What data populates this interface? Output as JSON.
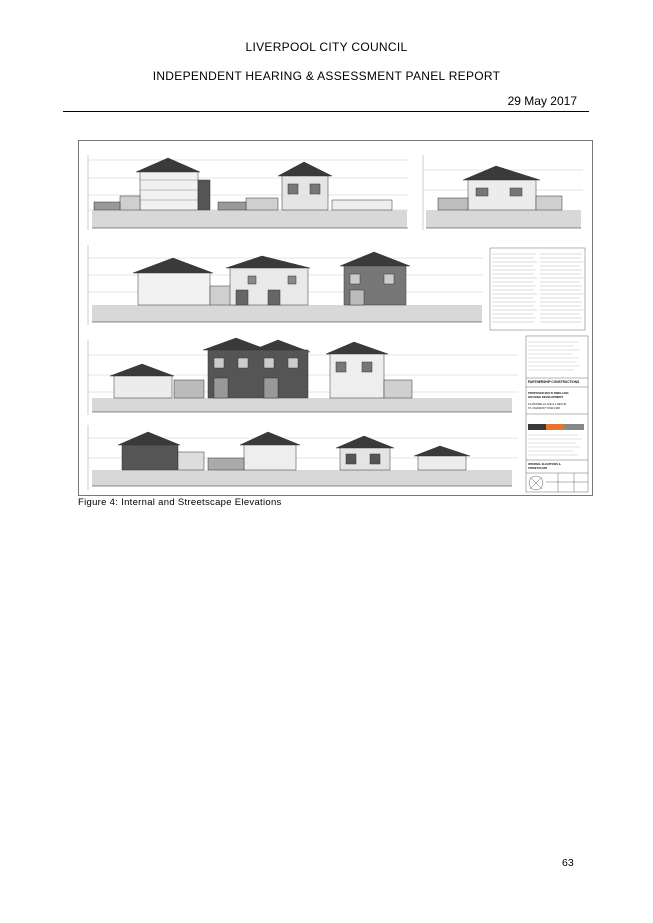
{
  "header": {
    "council": "LIVERPOOL CITY COUNCIL",
    "report_title": "INDEPENDENT HEARING & ASSESSMENT PANEL REPORT",
    "date": "29 May 2017"
  },
  "figure": {
    "caption": "Figure 4: Internal and Streetscape Elevations",
    "title_block": {
      "company": "PARTNERSHIP CONSTRUCTIONS",
      "project": "PROPOSED MULTI DWELLING HOUSING DEVELOPMENT",
      "address": "13 MAXWELLS AVE & 4 DEVLIN ST, ASHCROFT NSW 2168",
      "drawing_title": "INTERNAL ELEVATIONS & STREETSCAPE"
    }
  },
  "footer": {
    "page_number": "63"
  }
}
